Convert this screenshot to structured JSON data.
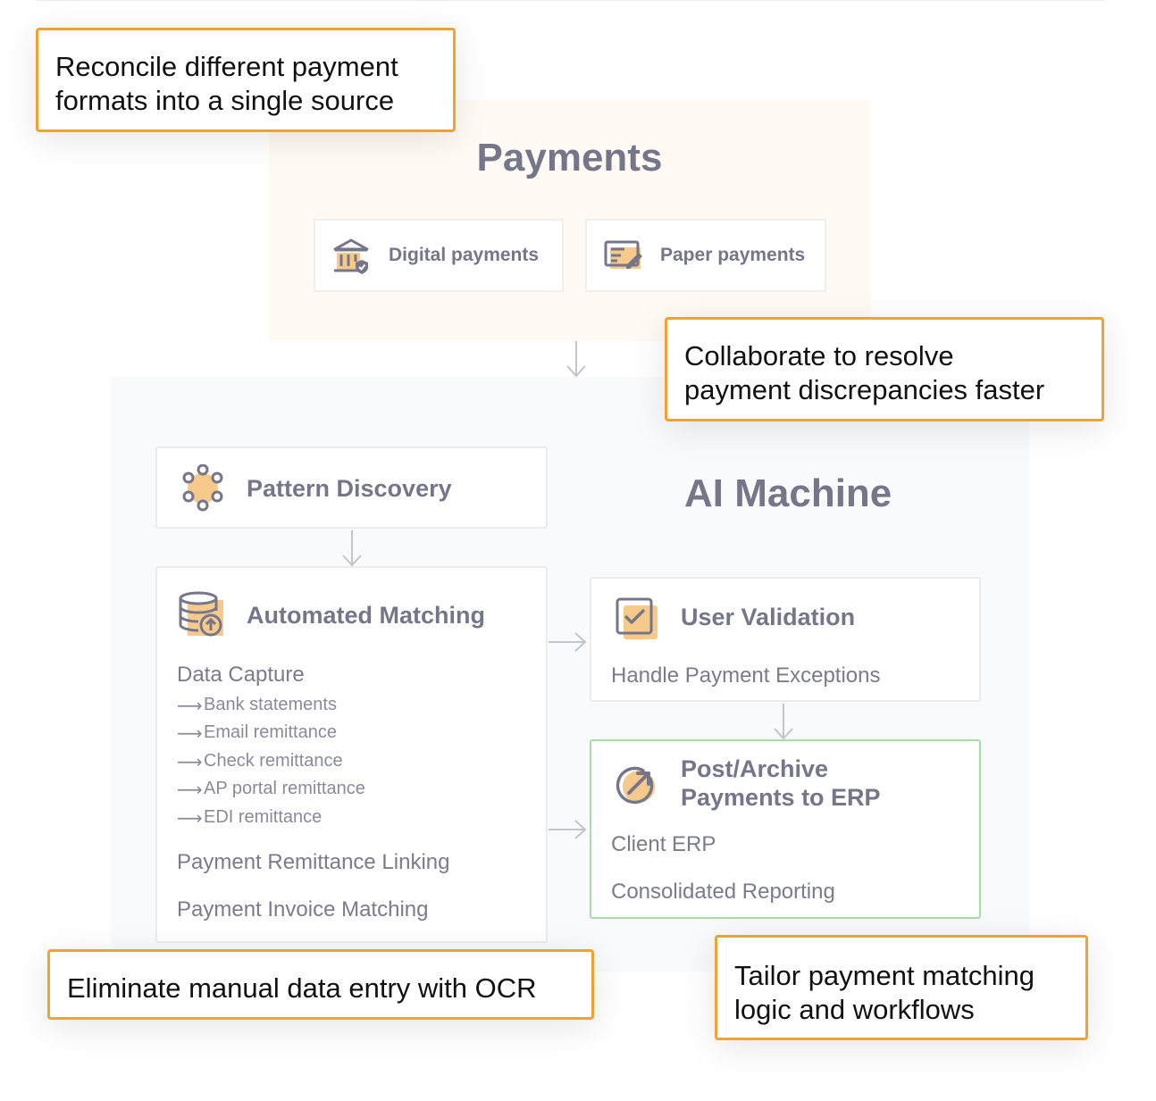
{
  "payments": {
    "title": "Payments",
    "cards": [
      {
        "label": "Digital payments",
        "icon": "bank-icon"
      },
      {
        "label": "Paper payments",
        "icon": "paper-check-icon"
      }
    ]
  },
  "ai_machine": {
    "title": "AI Machine",
    "pattern_discovery": {
      "title": "Pattern Discovery",
      "icon": "network-nodes-icon"
    },
    "automated_matching": {
      "title": "Automated Matching",
      "icon": "database-upload-icon",
      "data_capture_heading": "Data Capture",
      "data_capture_items": [
        "Bank statements",
        "Email remittance",
        "Check remittance",
        "AP portal remittance",
        "EDI remittance"
      ],
      "arrow_glyph": "⟶",
      "linking": "Payment Remittance Linking",
      "invoice_matching": "Payment Invoice Matching"
    },
    "user_validation": {
      "title": "User Validation",
      "icon": "checkbox-icon",
      "sub": "Handle Payment Exceptions"
    },
    "post_archive": {
      "title_line1": "Post/Archive",
      "title_line2": "Payments to ERP",
      "icon": "target-arrow-icon",
      "item1": "Client ERP",
      "item2": "Consolidated Reporting"
    }
  },
  "callouts": {
    "reconcile": {
      "line1": "Reconcile different payment",
      "line2": "formats into a single source"
    },
    "collaborate": {
      "line1": "Collaborate to resolve",
      "line2": "payment discrepancies faster"
    },
    "eliminate": {
      "line1": "Eliminate manual data entry with OCR"
    },
    "tailor": {
      "line1": "Tailor payment matching",
      "line2": "logic and workflows"
    }
  },
  "colors": {
    "accent_orange": "#f0a233",
    "icon_fill": "#f7c98b",
    "icon_stroke": "#76768a",
    "validated_border": "#a8dcaa",
    "text_gray": "#76768a"
  }
}
